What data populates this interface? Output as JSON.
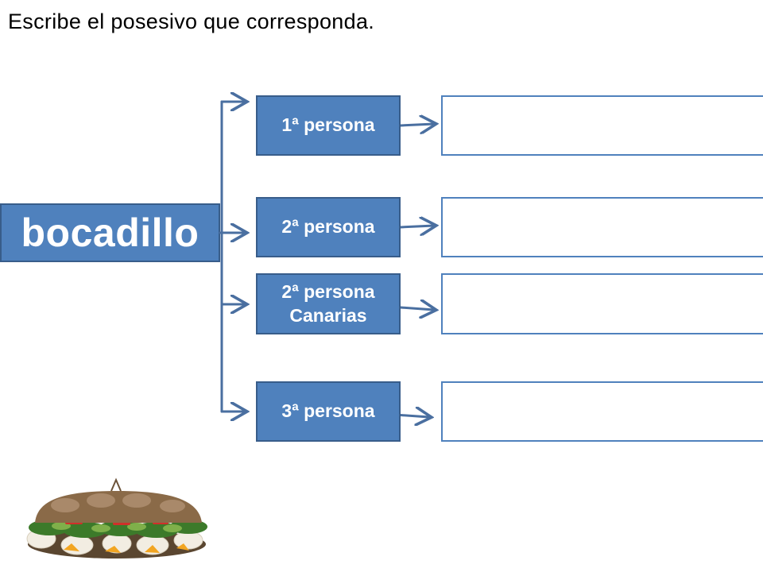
{
  "instruction": "Escribe el posesivo que corresponda.",
  "noun": "bocadillo",
  "rows": [
    {
      "label": "1ª persona",
      "answer": ""
    },
    {
      "label": "2ª persona",
      "answer": ""
    },
    {
      "label": "2ª persona\nCanarias",
      "answer": ""
    },
    {
      "label": "3ª persona",
      "answer": ""
    }
  ],
  "colors": {
    "box_fill": "#4f81bd",
    "box_border": "#385d8a",
    "arrow": "#4a6fa0",
    "answer_border": "#4f81bd"
  },
  "image": {
    "icon": "sandwich-icon"
  }
}
